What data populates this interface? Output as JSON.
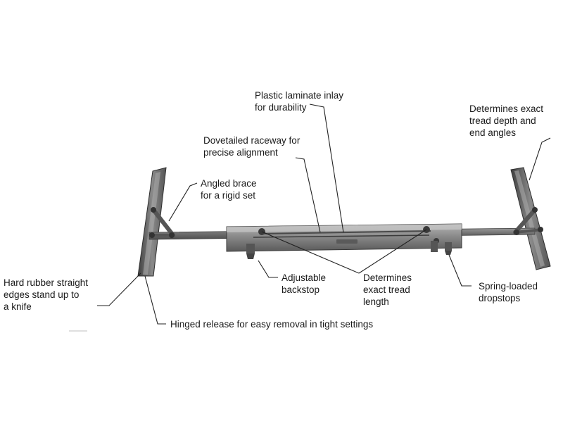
{
  "callouts": {
    "plastic_laminate": {
      "lines": [
        "Plastic laminate inlay",
        "for durability"
      ]
    },
    "tread_depth": {
      "lines": [
        "Determines exact",
        "tread depth and",
        "end angles"
      ]
    },
    "dovetailed": {
      "lines": [
        "Dovetailed raceway for",
        "precise alignment"
      ]
    },
    "angled_brace": {
      "lines": [
        "Angled brace",
        "for a rigid set"
      ]
    },
    "hard_rubber": {
      "lines": [
        "Hard rubber straight",
        "edges stand up to",
        "a knife"
      ]
    },
    "backstop": {
      "lines": [
        "Adjustable",
        "backstop"
      ]
    },
    "tread_length": {
      "lines": [
        "Determines",
        "exact tread",
        "length"
      ]
    },
    "dropstops": {
      "lines": [
        "Spring-loaded",
        "dropstops"
      ]
    },
    "hinged": {
      "lines": [
        "Hinged release for easy removal in tight settings"
      ]
    }
  },
  "colors": {
    "metal_dark": "#4a4a4a",
    "metal_mid": "#7d7d7d",
    "metal_light": "#b9b9b9",
    "leader": "#222222"
  }
}
